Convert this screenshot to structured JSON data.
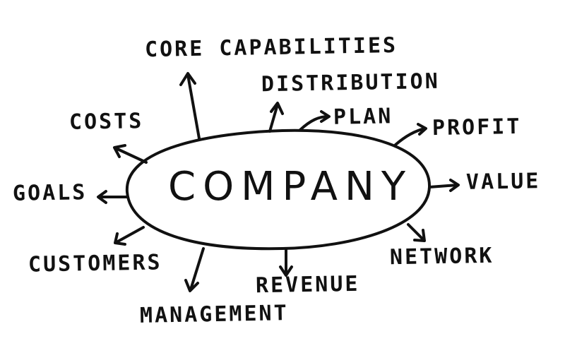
{
  "center": "COMPANY",
  "labels": {
    "core_capabilities": "CORE CAPABILITIES",
    "distribution": "DISTRIBUTION",
    "plan": "PLAN",
    "profit": "PROFIT",
    "costs": "COSTS",
    "goals": "GOALS",
    "value": "VALUE",
    "customers": "CUSTOMERS",
    "network": "NETWORK",
    "revenue": "REVENUE",
    "management": "MANAGEMENT"
  }
}
